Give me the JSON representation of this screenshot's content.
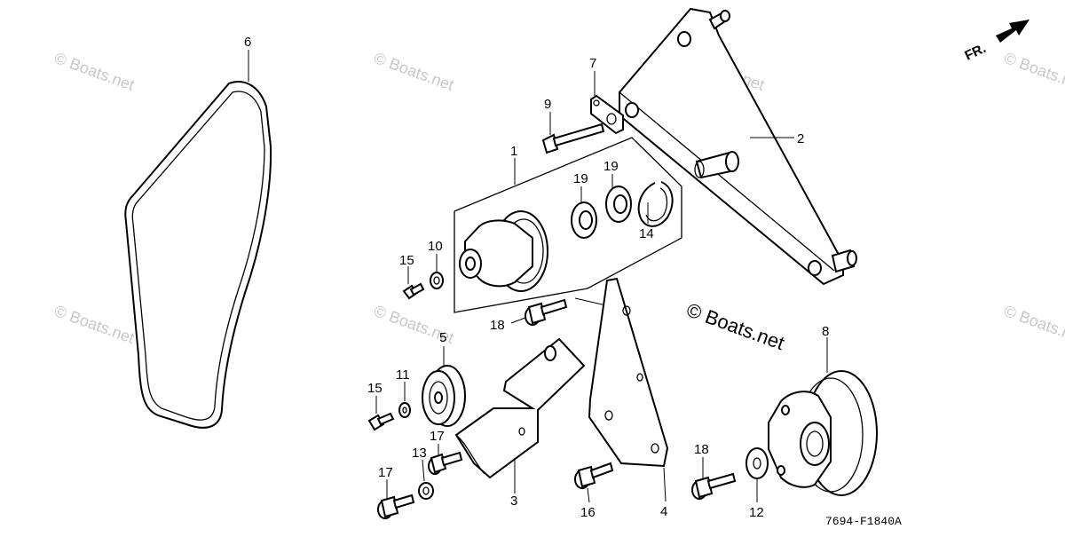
{
  "watermarks": {
    "small": "© Boats.net",
    "center": "© Boats.net"
  },
  "direction_label": "FR.",
  "diagram_code": "7694-F1840A",
  "callouts": {
    "c1": "1",
    "c2": "2",
    "c3": "3",
    "c4": "4",
    "c5": "5",
    "c6": "6",
    "c7": "7",
    "c8": "8",
    "c9": "9",
    "c10": "10",
    "c11": "11",
    "c12": "12",
    "c13": "13",
    "c14": "14",
    "c15a": "15",
    "c15b": "15",
    "c16": "16",
    "c17a": "17",
    "c17b": "17",
    "c18a": "18",
    "c18b": "18",
    "c19a": "19",
    "c19b": "19"
  }
}
